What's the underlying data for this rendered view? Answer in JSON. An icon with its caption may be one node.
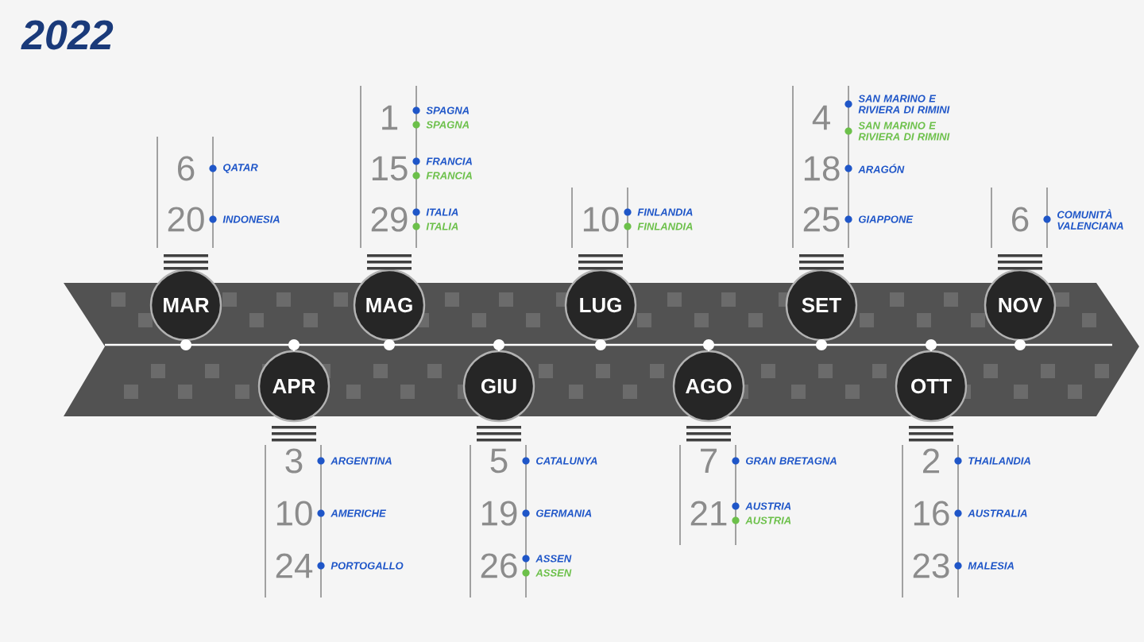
{
  "diagram": {
    "title": "2022",
    "nodes": [
      {
        "text": [
          "MAR"
        ],
        "beside": [
          "6",
          "QATAR",
          "20",
          "INDONESIA"
        ]
      },
      {
        "text": [
          "APR"
        ],
        "beside": [
          "3",
          "ARGENTINA",
          "10",
          "AMERICHE",
          "24",
          "PORTOGALLO"
        ]
      },
      {
        "text": [
          "MAG"
        ],
        "beside": [
          "1",
          "SPAGNA",
          "SPAGNA",
          "15",
          "FRANCIA",
          "FRANCIA",
          "29",
          "ITALIA",
          "ITALIA"
        ]
      },
      {
        "text": [
          "GIU"
        ],
        "beside": [
          "5",
          "CATALUNYA",
          "19",
          "GERMANIA",
          "26",
          "ASSEN",
          "ASSEN"
        ]
      },
      {
        "text": [
          "LUG"
        ],
        "beside": [
          "10",
          "FINLANDIA",
          "FINLANDIA"
        ]
      },
      {
        "text": [
          "AGO"
        ],
        "beside": [
          "7",
          "GRAN BRETAGNA",
          "21",
          "AUSTRIA",
          "AUSTRIA"
        ]
      },
      {
        "text": [
          "SET"
        ],
        "beside": [
          "4",
          "SAN MARINO E RIVIERA DI RIMINI",
          "SAN MARINO E RIVIERA DI RIMINI",
          "18",
          "ARAGÓN",
          "25",
          "GIAPPONE"
        ]
      },
      {
        "text": [
          "OTT"
        ],
        "beside": [
          "2",
          "THAILANDIA",
          "16",
          "AUSTRALIA",
          "23",
          "MALESIA"
        ]
      },
      {
        "text": [
          "NOV"
        ],
        "beside": [
          "6",
          "COMUNITÀ VALENCIANA"
        ]
      }
    ]
  }
}
